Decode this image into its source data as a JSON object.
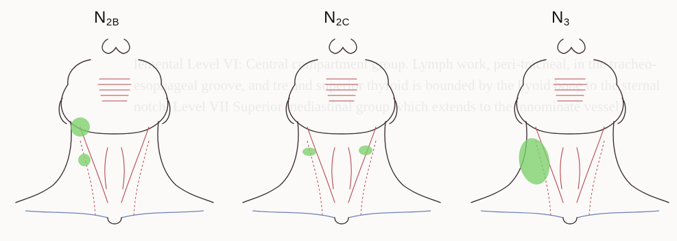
{
  "panels": [
    {
      "id": "n2b",
      "label_main": "N",
      "label_sub": "2B"
    },
    {
      "id": "n2c",
      "label_main": "N",
      "label_sub": "2C"
    },
    {
      "id": "n3",
      "label_main": "N",
      "label_sub": "3"
    }
  ],
  "colors": {
    "node": "#7ccf6a",
    "outline": "#3f2f35",
    "vessels": "#b8454c",
    "clavicle": "#6d7fb7"
  },
  "background_text": "lemental Level VI: Central compartment group. Lymph work, peri-tracheal, in the tracheo-esophageal groove, and tre and superior thyroid is bounded by the hyoid bone to the sternal notch. Level VII Superior mediastinal group which extends to the innominate vessel"
}
